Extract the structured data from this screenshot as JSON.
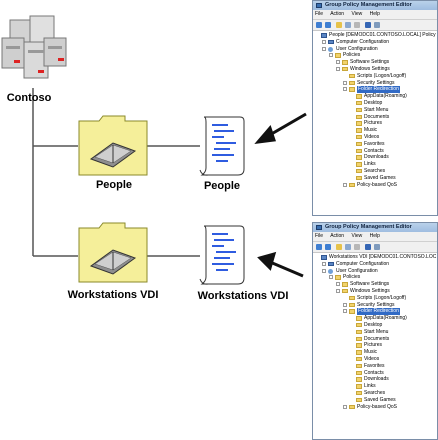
{
  "diagram": {
    "server_label": "Contoso",
    "nodes": [
      {
        "folder_label": "People",
        "document_label": "People"
      },
      {
        "folder_label": "Workstations VDI",
        "document_label": "Workstations VDI"
      }
    ],
    "colors": {
      "folder": "#f5ef9a",
      "folder_border": "#8a8a2a",
      "connector": "#555555",
      "arrow": "#111111",
      "script_text": "#2f5ce0"
    }
  },
  "gpo_windows": [
    {
      "title": "Group Policy Management Editor",
      "menu": [
        "File",
        "Action",
        "View",
        "Help"
      ],
      "tree": [
        {
          "label": "People [DEMODC01.CONTOSO.LOCAL] Policy",
          "indent": 0,
          "icon": "policy-icon"
        },
        {
          "label": "Computer Configuration",
          "indent": 1,
          "icon": "computer-icon",
          "expander": "+"
        },
        {
          "label": "User Configuration",
          "indent": 1,
          "icon": "user-icon",
          "expander": "-"
        },
        {
          "label": "Policies",
          "indent": 2,
          "icon": "folder-icon",
          "expander": "-"
        },
        {
          "label": "Software Settings",
          "indent": 3,
          "icon": "folder-icon",
          "expander": "+"
        },
        {
          "label": "Windows Settings",
          "indent": 3,
          "icon": "folder-icon",
          "expander": "-"
        },
        {
          "label": "Scripts (Logon/Logoff)",
          "indent": 4,
          "icon": "script-icon"
        },
        {
          "label": "Security Settings",
          "indent": 4,
          "icon": "security-icon",
          "expander": "+"
        },
        {
          "label": "Folder Redirection",
          "indent": 4,
          "icon": "folder-icon",
          "expander": "-",
          "selected": true
        },
        {
          "label": "AppData(Roaming)",
          "indent": 5,
          "icon": "folder-icon"
        },
        {
          "label": "Desktop",
          "indent": 5,
          "icon": "folder-icon"
        },
        {
          "label": "Start Menu",
          "indent": 5,
          "icon": "folder-icon"
        },
        {
          "label": "Documents",
          "indent": 5,
          "icon": "folder-icon"
        },
        {
          "label": "Pictures",
          "indent": 5,
          "icon": "folder-icon"
        },
        {
          "label": "Music",
          "indent": 5,
          "icon": "folder-icon"
        },
        {
          "label": "Videos",
          "indent": 5,
          "icon": "folder-icon"
        },
        {
          "label": "Favorites",
          "indent": 5,
          "icon": "folder-icon"
        },
        {
          "label": "Contacts",
          "indent": 5,
          "icon": "folder-icon"
        },
        {
          "label": "Downloads",
          "indent": 5,
          "icon": "folder-icon"
        },
        {
          "label": "Links",
          "indent": 5,
          "icon": "folder-icon"
        },
        {
          "label": "Searches",
          "indent": 5,
          "icon": "folder-icon"
        },
        {
          "label": "Saved Games",
          "indent": 5,
          "icon": "folder-icon"
        },
        {
          "label": "Policy-based QoS",
          "indent": 4,
          "icon": "qos-icon",
          "expander": "+"
        }
      ]
    },
    {
      "title": "Group Policy Management Editor",
      "menu": [
        "File",
        "Action",
        "View",
        "Help"
      ],
      "tree": [
        {
          "label": "Workstations VDI [DEMODC01.CONTOSO.LOC",
          "indent": 0,
          "icon": "policy-icon"
        },
        {
          "label": "Computer Configuration",
          "indent": 1,
          "icon": "computer-icon",
          "expander": "+"
        },
        {
          "label": "User Configuration",
          "indent": 1,
          "icon": "user-icon",
          "expander": "-"
        },
        {
          "label": "Policies",
          "indent": 2,
          "icon": "folder-icon",
          "expander": "-"
        },
        {
          "label": "Software Settings",
          "indent": 3,
          "icon": "folder-icon",
          "expander": "+"
        },
        {
          "label": "Windows Settings",
          "indent": 3,
          "icon": "folder-icon",
          "expander": "-"
        },
        {
          "label": "Scripts (Logon/Logoff)",
          "indent": 4,
          "icon": "script-icon"
        },
        {
          "label": "Security Settings",
          "indent": 4,
          "icon": "security-icon",
          "expander": "+"
        },
        {
          "label": "Folder Redirection",
          "indent": 4,
          "icon": "folder-icon",
          "expander": "-",
          "selected": true
        },
        {
          "label": "AppData(Roaming)",
          "indent": 5,
          "icon": "folder-icon"
        },
        {
          "label": "Desktop",
          "indent": 5,
          "icon": "folder-icon"
        },
        {
          "label": "Start Menu",
          "indent": 5,
          "icon": "folder-icon"
        },
        {
          "label": "Documents",
          "indent": 5,
          "icon": "folder-icon"
        },
        {
          "label": "Pictures",
          "indent": 5,
          "icon": "folder-icon"
        },
        {
          "label": "Music",
          "indent": 5,
          "icon": "folder-icon"
        },
        {
          "label": "Videos",
          "indent": 5,
          "icon": "folder-icon"
        },
        {
          "label": "Favorites",
          "indent": 5,
          "icon": "folder-icon"
        },
        {
          "label": "Contacts",
          "indent": 5,
          "icon": "folder-icon"
        },
        {
          "label": "Downloads",
          "indent": 5,
          "icon": "folder-icon"
        },
        {
          "label": "Links",
          "indent": 5,
          "icon": "folder-icon"
        },
        {
          "label": "Searches",
          "indent": 5,
          "icon": "folder-icon"
        },
        {
          "label": "Saved Games",
          "indent": 5,
          "icon": "folder-icon"
        },
        {
          "label": "Policy-based QoS",
          "indent": 4,
          "icon": "qos-icon",
          "expander": "+"
        }
      ]
    }
  ]
}
